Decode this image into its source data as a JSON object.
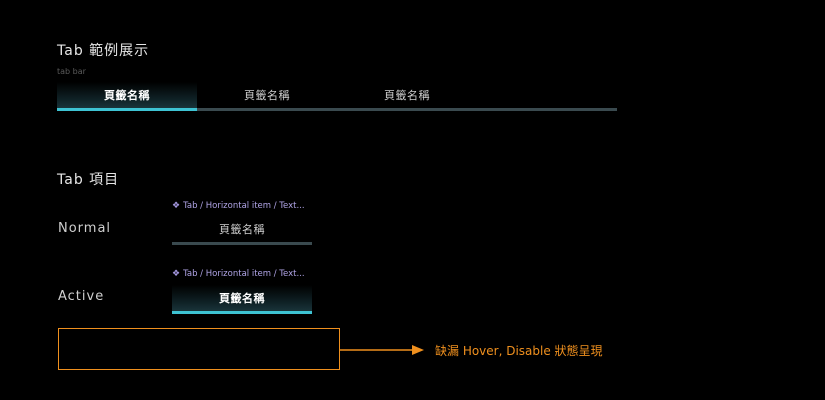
{
  "section1": {
    "title": "Tab 範例展示",
    "caption": "tab bar",
    "tabs": [
      {
        "label": "頁籤名稱",
        "active": true
      },
      {
        "label": "頁籤名稱",
        "active": false
      },
      {
        "label": "頁籤名稱",
        "active": false
      }
    ]
  },
  "section2": {
    "title": "Tab 項目",
    "states": [
      {
        "label": "Normal",
        "component": "Tab / Horizontal item / Text...",
        "item_label": "頁籤名稱"
      },
      {
        "label": "Active",
        "component": "Tab / Horizontal item / Text...",
        "item_label": "頁籤名稱"
      }
    ]
  },
  "annotation": {
    "text": "缺漏 Hover, Disable 狀態呈現"
  },
  "colors": {
    "background": "#000000",
    "accent": "#3ec3d3",
    "track": "#3a4a4f",
    "component_label": "#b0a4e6",
    "annotation": "#f0901e"
  },
  "icons": {
    "component": "component-diamond-icon",
    "arrow": "arrow-right-icon"
  }
}
